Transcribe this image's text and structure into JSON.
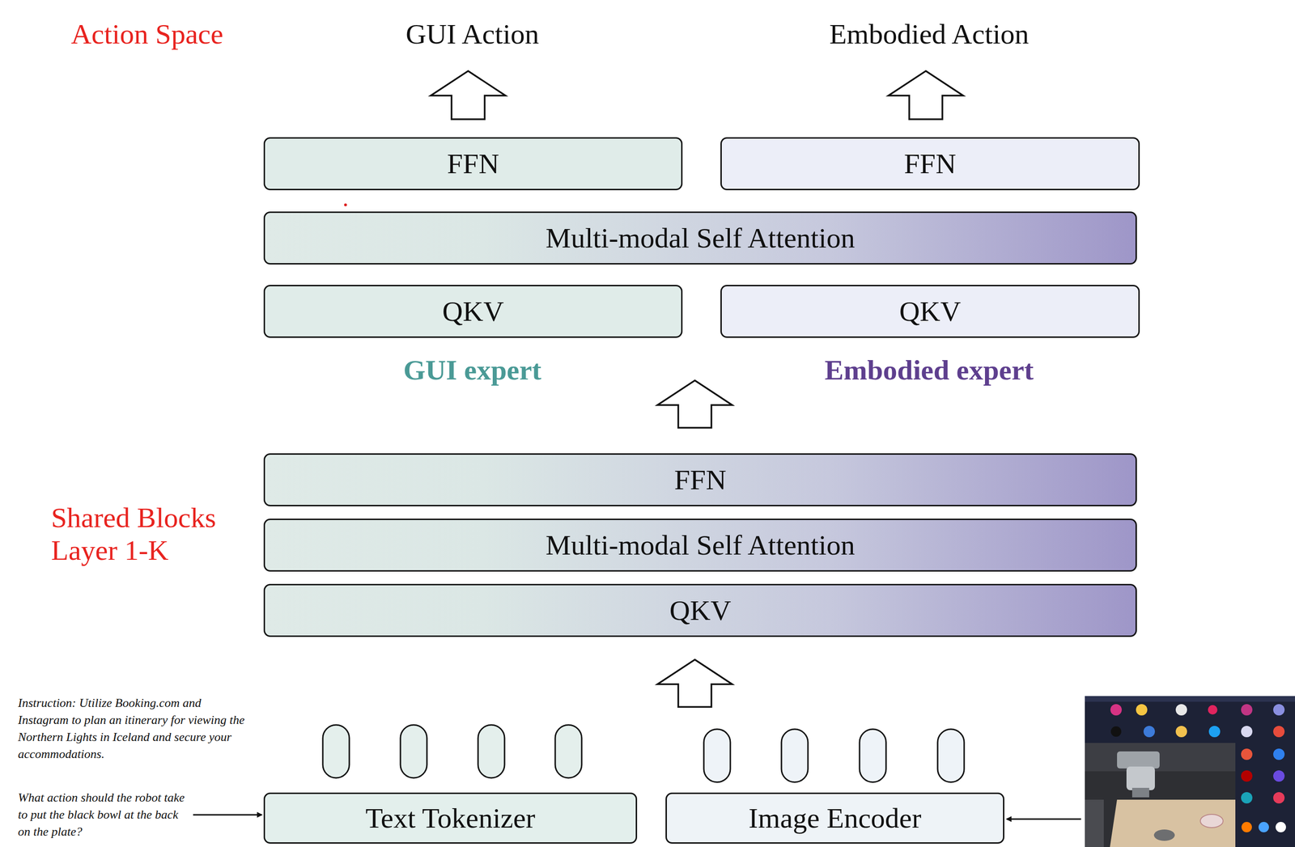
{
  "diagram": {
    "nodes": [
      {
        "text": [
          "FFN"
        ]
      },
      {
        "text": [
          "FFN"
        ]
      },
      {
        "text": [
          "Multi-modal Self Attention"
        ]
      },
      {
        "text": [
          "QKV"
        ]
      },
      {
        "text": [
          "QKV"
        ]
      },
      {
        "text": [
          "FFN"
        ]
      },
      {
        "text": [
          "Multi-modal Self Attention"
        ]
      },
      {
        "text": [
          "QKV"
        ]
      },
      {
        "text": [
          "Text Tokenizer"
        ]
      },
      {
        "text": [
          "Image Encoder"
        ]
      }
    ],
    "labels": [
      "Action Space",
      "GUI Action",
      "Embodied Action",
      "GUI expert",
      "Embodied expert",
      "Shared Blocks Layer 1-K",
      "Instruction: Utilize Booking.com and Instagram to plan an itinerary for viewing the Northern Lights in Iceland and secure your accommodations.",
      "What action should the robot take to put the black bowl at the back on the plate?"
    ]
  }
}
